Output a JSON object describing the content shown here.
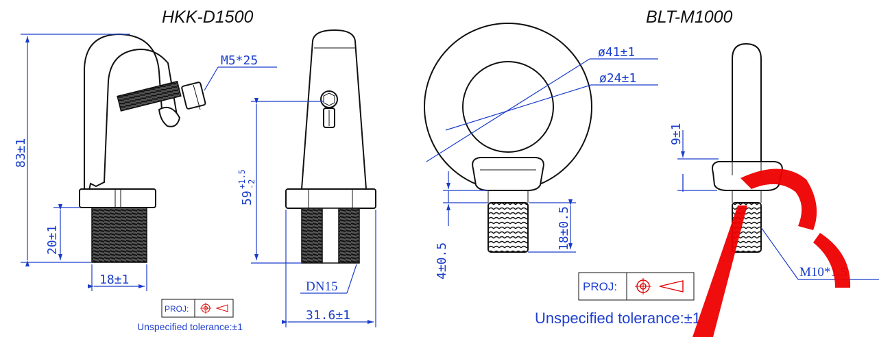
{
  "titles": {
    "left": "HKK-D1500",
    "right": "BLT-M1000"
  },
  "hkk": {
    "height_dim": "83±1",
    "screw_label": "M5*25",
    "thread_length_dim": "20±1",
    "thread_width_dim": "18±1",
    "side_height_dim_base": "59",
    "side_height_dim_upper": "+1.5",
    "side_height_dim_lower": "-2",
    "pipe_label": "DN15",
    "side_width_dim": "31.6±1"
  },
  "blt": {
    "outer_diameter": "ø41±1",
    "inner_diameter": "ø24±1",
    "collar_dim": "4±0.5",
    "thread_length_dim": "18±0.5",
    "side_height_dim": "9±1",
    "thread_label": "M10*1.5"
  },
  "proj": {
    "label": "PROJ:"
  },
  "notes": {
    "tolerance_left": "Unspecified tolerance:±1",
    "tolerance_right": "Unspecified tolerance:±1"
  },
  "colors": {
    "dimension": "#1a3ccc",
    "outline": "#111111",
    "proj_symbol": "#e00000",
    "watermark": "#ee0000"
  }
}
